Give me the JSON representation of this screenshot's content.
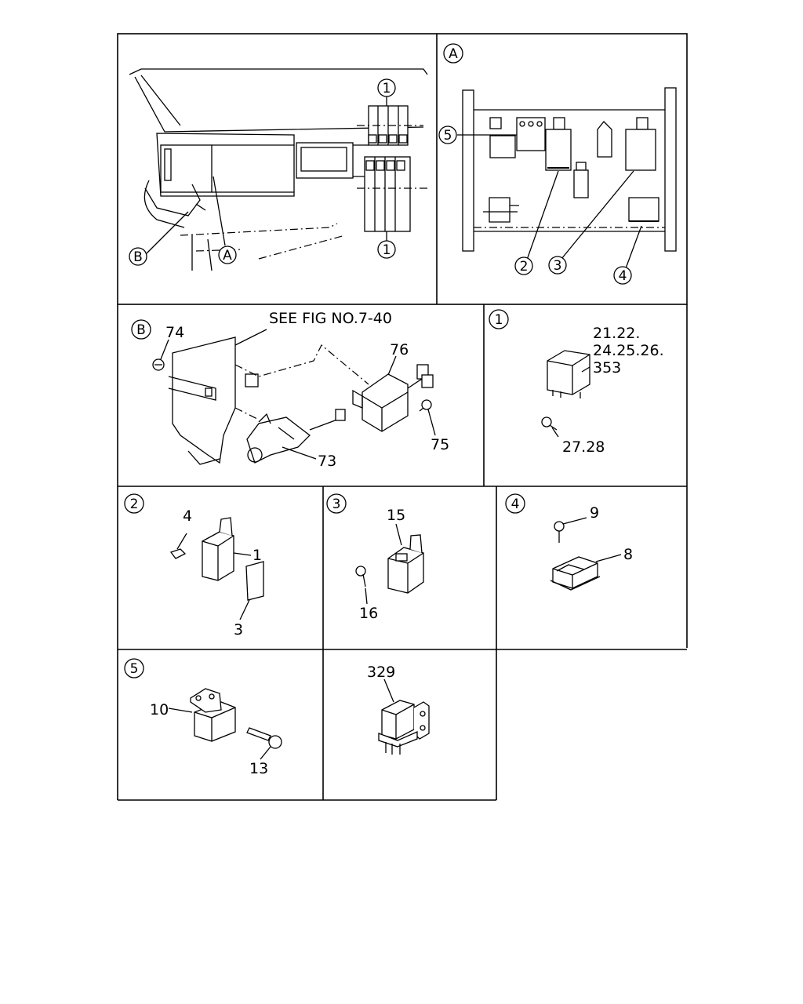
{
  "callouts": {
    "one": "1",
    "two": "2",
    "three": "3",
    "four": "4",
    "five": "5",
    "A": "A",
    "B": "B"
  },
  "labels": {
    "see_fig": "SEE FIG NO.7-40",
    "p74": "74",
    "p76": "76",
    "p75": "75",
    "p73": "73",
    "relay_codes_line1": "21.22.",
    "relay_codes_line2": "24.25.26.",
    "relay_codes_line3": "353",
    "screw_27_28": "27.28",
    "p4": "4",
    "p1": "1",
    "p3": "3",
    "p15": "15",
    "p16": "16",
    "p9": "9",
    "p8": "8",
    "p10": "10",
    "p13": "13",
    "p329": "329"
  }
}
